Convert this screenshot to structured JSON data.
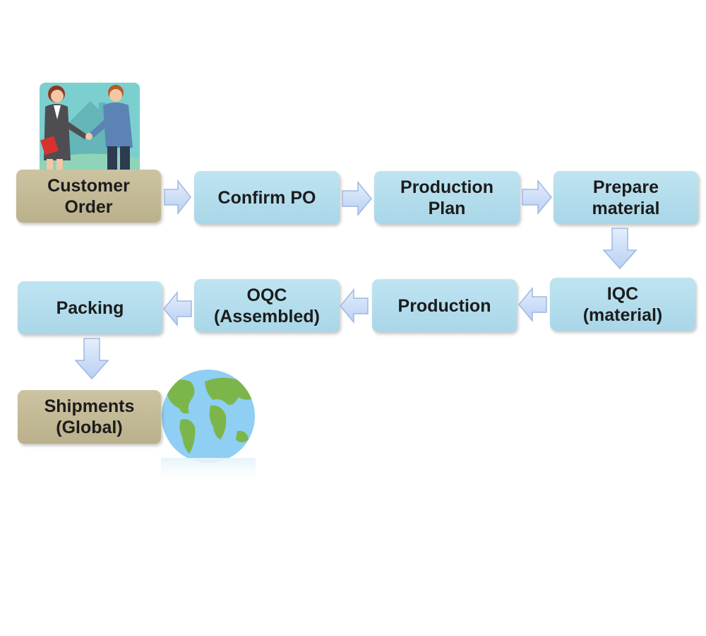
{
  "nodes": {
    "customer_order": "Customer\nOrder",
    "confirm_po": "Confirm PO",
    "production_plan": "Production\nPlan",
    "prepare_material": "Prepare\nmaterial",
    "iqc": "IQC\n(material)",
    "production": "Production",
    "oqc": "OQC\n(Assembled)",
    "packing": "Packing",
    "shipments": "Shipments\n(Global)"
  },
  "colors": {
    "process_fill": "#b4dcec",
    "endpoint_fill": "#c3b996",
    "arrow_fill": "#c9dcf8",
    "arrow_stroke": "#9db8e0"
  },
  "icons": {
    "start": "handshake-illustration",
    "end": "globe-illustration"
  }
}
